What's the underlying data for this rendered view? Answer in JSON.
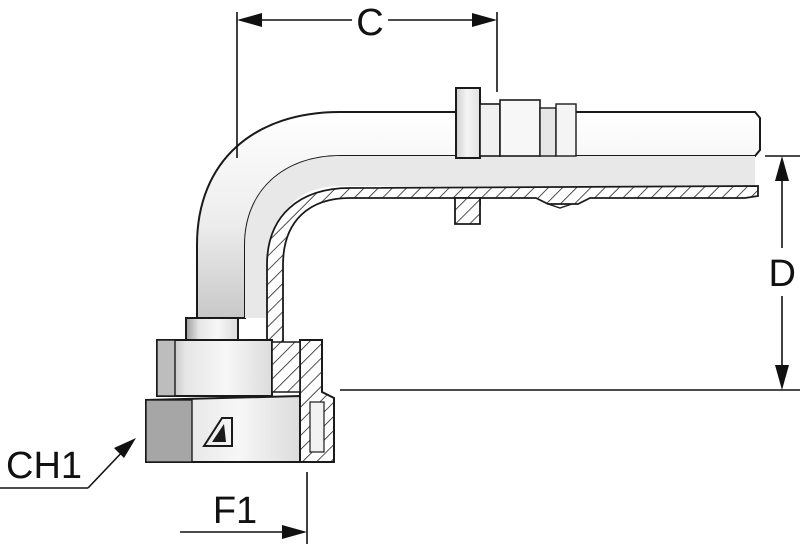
{
  "labels": {
    "c": "C",
    "d": "D",
    "f1": "F1",
    "ch1": "CH1"
  },
  "colors": {
    "metal_light": "#f3f3f3",
    "metal_mid": "#d9d9d9",
    "metal_dark": "#9a9a9a",
    "outline": "#1a1a1a",
    "hatch": "#222222"
  },
  "icons": {
    "brand_logo": "triangle-logo-icon"
  }
}
